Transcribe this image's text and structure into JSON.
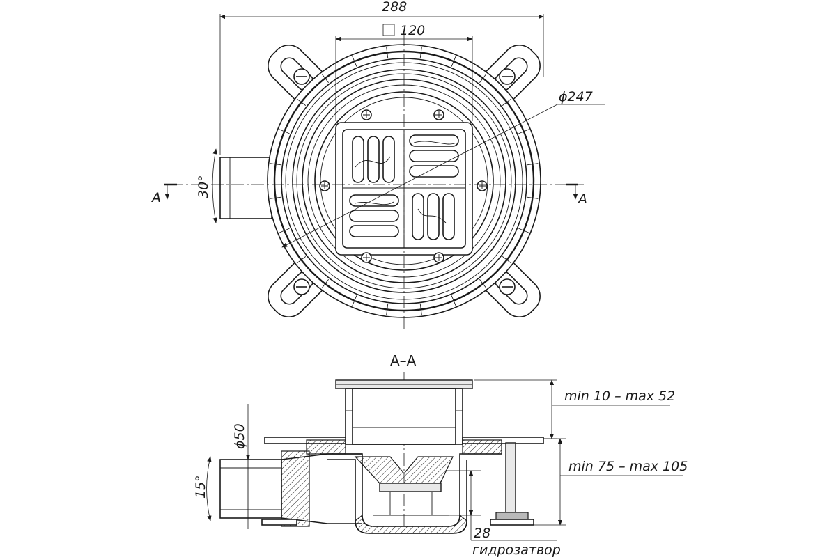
{
  "top_view": {
    "dim_width": "288",
    "dim_square": "120",
    "dim_diameter": "ϕ247",
    "dim_angle": "30°",
    "section_mark_left": "A",
    "section_mark_right": "A"
  },
  "section_view": {
    "title": "A–A",
    "dim_pipe": "ϕ50",
    "dim_angle": "15°",
    "dim_upper": "min 10 – max 52",
    "dim_lower": "min 75 – max 105",
    "dim_seal": "28",
    "label_seal": "гидрозатвор"
  }
}
